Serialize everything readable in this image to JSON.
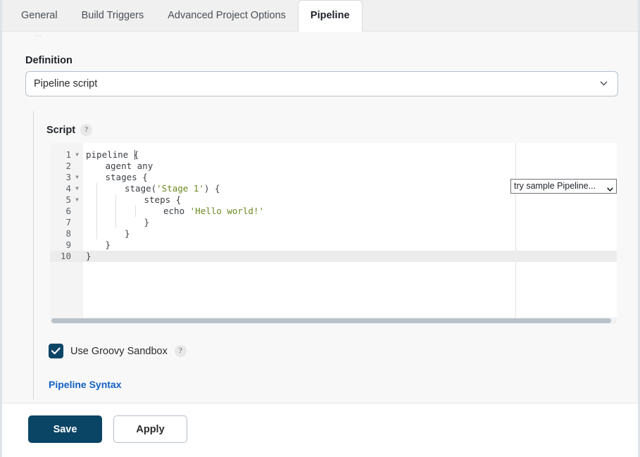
{
  "tabs": [
    {
      "label": "General",
      "active": false
    },
    {
      "label": "Build Triggers",
      "active": false
    },
    {
      "label": "Advanced Project Options",
      "active": false
    },
    {
      "label": "Pipeline",
      "active": true
    }
  ],
  "clipped_top_text": "...",
  "definition": {
    "label": "Definition",
    "selected": "Pipeline script",
    "chevron_icon": "chevron-down-icon"
  },
  "script": {
    "label": "Script",
    "help_icon": "?",
    "sample_select": {
      "selected": "try sample Pipeline...",
      "chevron_icon": "chevron-down-icon"
    },
    "active_line": 10,
    "line_numbers": [
      "1",
      "2",
      "3",
      "4",
      "5",
      "6",
      "7",
      "8",
      "9",
      "10"
    ],
    "fold_lines": [
      1,
      3,
      4,
      5
    ],
    "code_lines": [
      {
        "n": 1,
        "indent": 0,
        "pre": "pipeline {",
        "str": "",
        "post": "",
        "guides": 0
      },
      {
        "n": 2,
        "indent": 1,
        "pre": "agent any",
        "str": "",
        "post": "",
        "guides": 0
      },
      {
        "n": 3,
        "indent": 1,
        "pre": "stages {",
        "str": "",
        "post": "",
        "guides": 0
      },
      {
        "n": 4,
        "indent": 2,
        "pre": "stage(",
        "str": "'Stage 1'",
        "post": ") {",
        "guides": 1
      },
      {
        "n": 5,
        "indent": 3,
        "pre": "steps {",
        "str": "",
        "post": "",
        "guides": 2
      },
      {
        "n": 6,
        "indent": 4,
        "pre": "echo ",
        "str": "'Hello world!'",
        "post": "",
        "guides": 3
      },
      {
        "n": 7,
        "indent": 3,
        "pre": "}",
        "str": "",
        "post": "",
        "guides": 2
      },
      {
        "n": 8,
        "indent": 2,
        "pre": "}",
        "str": "",
        "post": "",
        "guides": 1
      },
      {
        "n": 9,
        "indent": 1,
        "pre": "}",
        "str": "",
        "post": "",
        "guides": 0
      },
      {
        "n": 10,
        "indent": 0,
        "pre": "}",
        "str": "",
        "post": "",
        "guides": 0
      }
    ]
  },
  "sandbox": {
    "label": "Use Groovy Sandbox",
    "checked": true,
    "help_icon": "?",
    "check_icon": "check-icon"
  },
  "pipeline_syntax_link": "Pipeline Syntax",
  "footer": {
    "save_label": "Save",
    "apply_label": "Apply"
  },
  "colors": {
    "accent": "#0b4566",
    "link": "#1160c4",
    "string": "#6a8a1f",
    "page_bg": "#f8f8f8",
    "tabbar_bg": "#f0f0f0"
  }
}
